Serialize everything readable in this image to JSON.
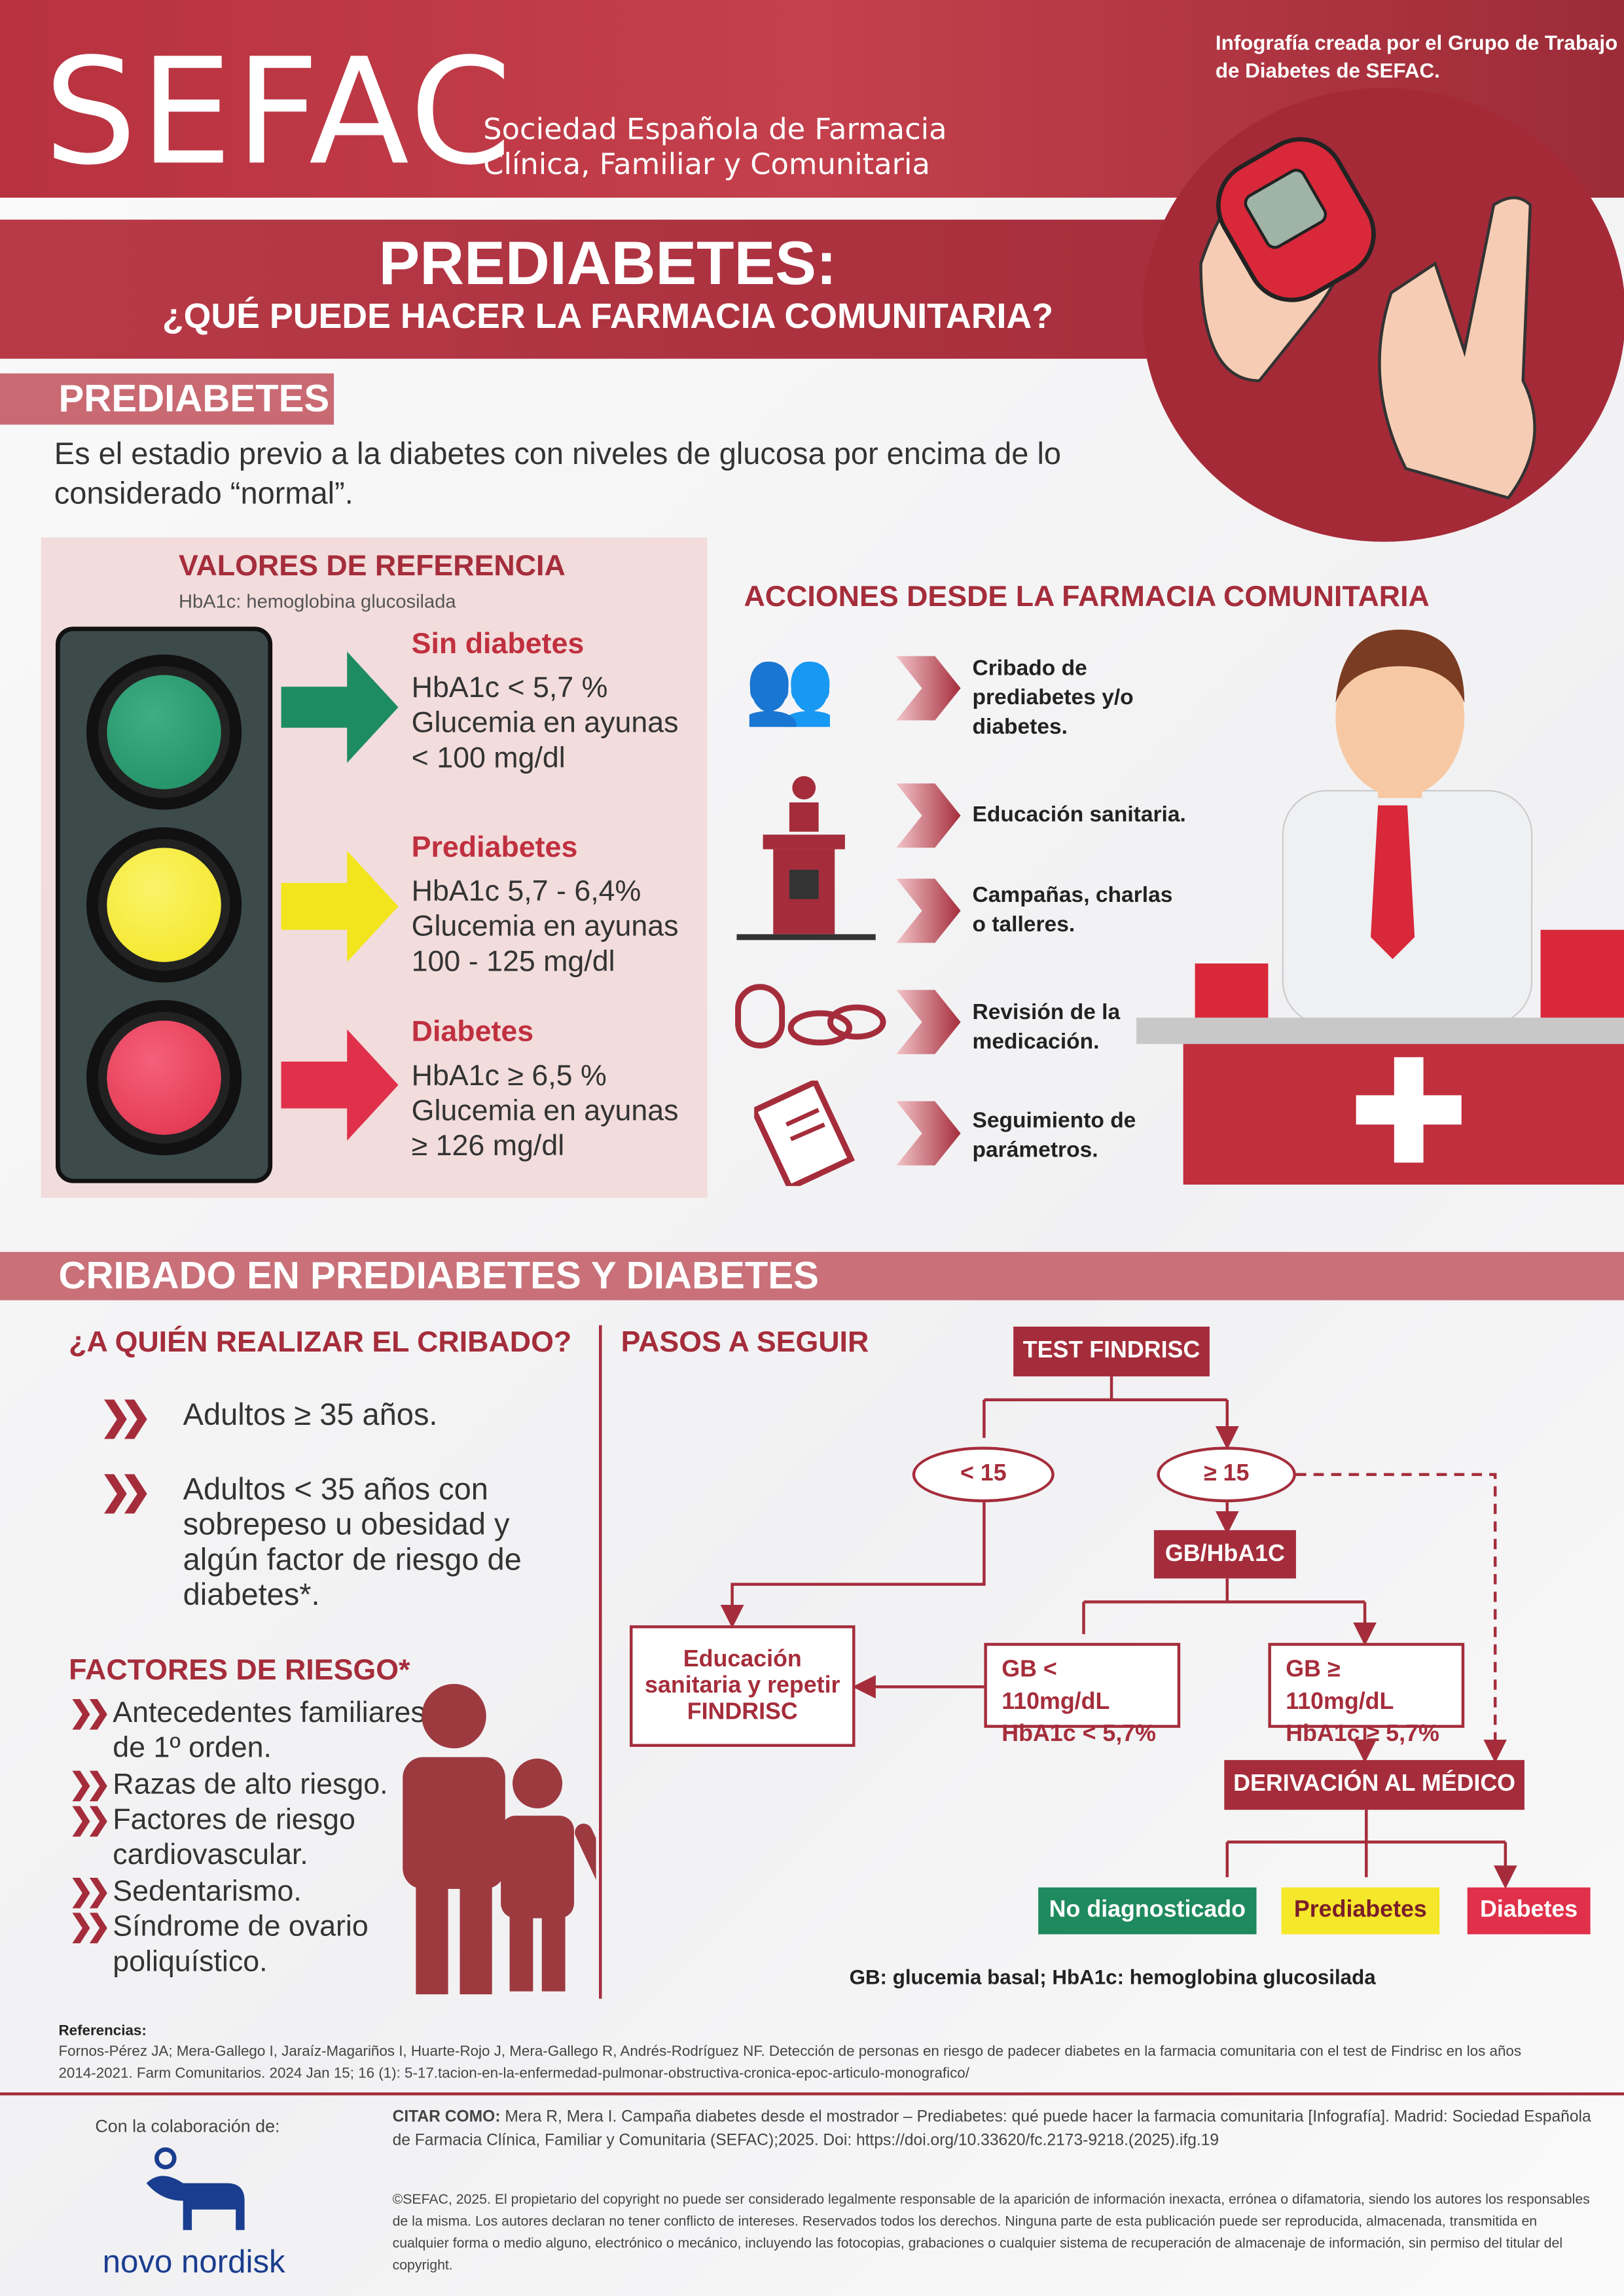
{
  "header": {
    "logo": "SEFAC",
    "org_line1": "Sociedad Española de Farmacia",
    "org_line2": "Clínica, Familiar y Comunitaria",
    "credit": "Infografía creada por el Grupo de Trabajo de Diabetes de SEFAC."
  },
  "title": {
    "main": "PREDIABETES:",
    "sub": "¿QUÉ PUEDE HACER LA FARMACIA COMUNITARIA?"
  },
  "prediabetes": {
    "tag": "PREDIABETES",
    "definition": "Es el estadio previo a la diabetes con niveles de glucosa por encima de lo considerado “normal”."
  },
  "reference": {
    "title": "VALORES DE REFERENCIA",
    "subtitle": "HbA1c: hemoglobina glucosilada",
    "levels": [
      {
        "name": "Sin diabetes",
        "l1": "HbA1c < 5,7 %",
        "l2": "Glucemia en ayunas",
        "l3": "< 100 mg/dl",
        "color": "#1e8c62"
      },
      {
        "name": "Prediabetes",
        "l1": "HbA1c 5,7 - 6,4%",
        "l2": "Glucemia en ayunas",
        "l3": "100 - 125 mg/dl",
        "color": "#f2e51d"
      },
      {
        "name": "Diabetes",
        "l1": "HbA1c ≥ 6,5 %",
        "l2": "Glucemia en ayunas",
        "l3": "≥ 126 mg/dl",
        "color": "#e0304a"
      }
    ]
  },
  "actions": {
    "title": "ACCIONES DESDE LA FARMACIA COMUNITARIA",
    "items": [
      "Cribado de prediabetes y/o diabetes.",
      "Educación sanitaria.",
      "Campañas, charlas o talleres.",
      "Revisión de la medicación.",
      "Seguimiento de parámetros."
    ]
  },
  "screening": {
    "band": "CRIBADO EN PREDIABETES Y DIABETES",
    "who_title": "¿A QUIÉN REALIZAR EL CRIBADO?",
    "who": [
      "Adultos ≥ 35 años.",
      "Adultos < 35 años con sobrepeso u obesidad y algún factor de riesgo de diabetes*."
    ],
    "risk_title": "FACTORES DE RIESGO*",
    "risks": [
      "Antecedentes familiares de 1º orden.",
      "Razas de alto riesgo.",
      "Factores de riesgo cardiovascular.",
      "Sedentarismo.",
      "Síndrome de ovario poliquístico."
    ],
    "steps_title": "PASOS A SEGUIR"
  },
  "flow": {
    "test": "TEST FINDRISC",
    "lt15": "< 15",
    "ge15": "≥ 15",
    "gb": "GB/HbA1C",
    "edu": "Educación sanitaria y repetir FINDRISC",
    "low_l1": "GB < 110mg/dL",
    "low_l2": "HbA1c < 5,7%",
    "high_l1": "GB ≥ 110mg/dL",
    "high_l2": "HbA1c ≥ 5,7%",
    "deriv": "DERIVACIÓN AL MÉDICO",
    "out1": "No diagnosticado",
    "out2": "Prediabetes",
    "out3": "Diabetes",
    "legend": "GB: glucemia basal; HbA1c: hemoglobina glucosilada"
  },
  "footer": {
    "ref_title": "Referencias:",
    "ref_text": "Fornos-Pérez JA; Mera-Gallego I, Jaraíz-Magariños I, Huarte-Rojo J, Mera-Gallego R, Andrés-Rodríguez NF. Detección de personas en riesgo de padecer diabetes en la farmacia comunitaria con el test de Findrisc en los años 2014-2021. Farm Comunitarios. 2024 Jan 15; 16 (1): 5-17.tacion-en-la-enfermedad-pulmonar-obstructiva-cronica-epoc-articulo-monografico/",
    "collab": "Con la colaboración de:",
    "sponsor": "novo nordisk",
    "cite_label": "CITAR COMO:",
    "cite_text": " Mera R, Mera I. Campaña diabetes desde el mostrador – Prediabetes: qué puede hacer la farmacia comunitaria [Infografía]. Madrid: Sociedad Española de Farmacia Clínica, Familiar y Comunitaria (SEFAC);2025. Doi: https://doi.org/10.33620/fc.2173-9218.(2025).ifg.19",
    "copyright": "©SEFAC, 2025. El propietario del copyright no puede ser considerado legalmente responsable de la aparición de información inexacta, errónea o difamatoria, siendo los autores los responsables de la misma. Los autores declaran no tener conflicto de intereses. Reservados todos los derechos. Ninguna parte de esta publicación puede ser reproducida, almacenada, transmitida en cualquier forma o medio alguno, electrónico o mecánico, incluyendo las fotocopias, grabaciones o cualquier sistema de recuperación de almacenaje de información, sin permiso del titular del copyright."
  }
}
